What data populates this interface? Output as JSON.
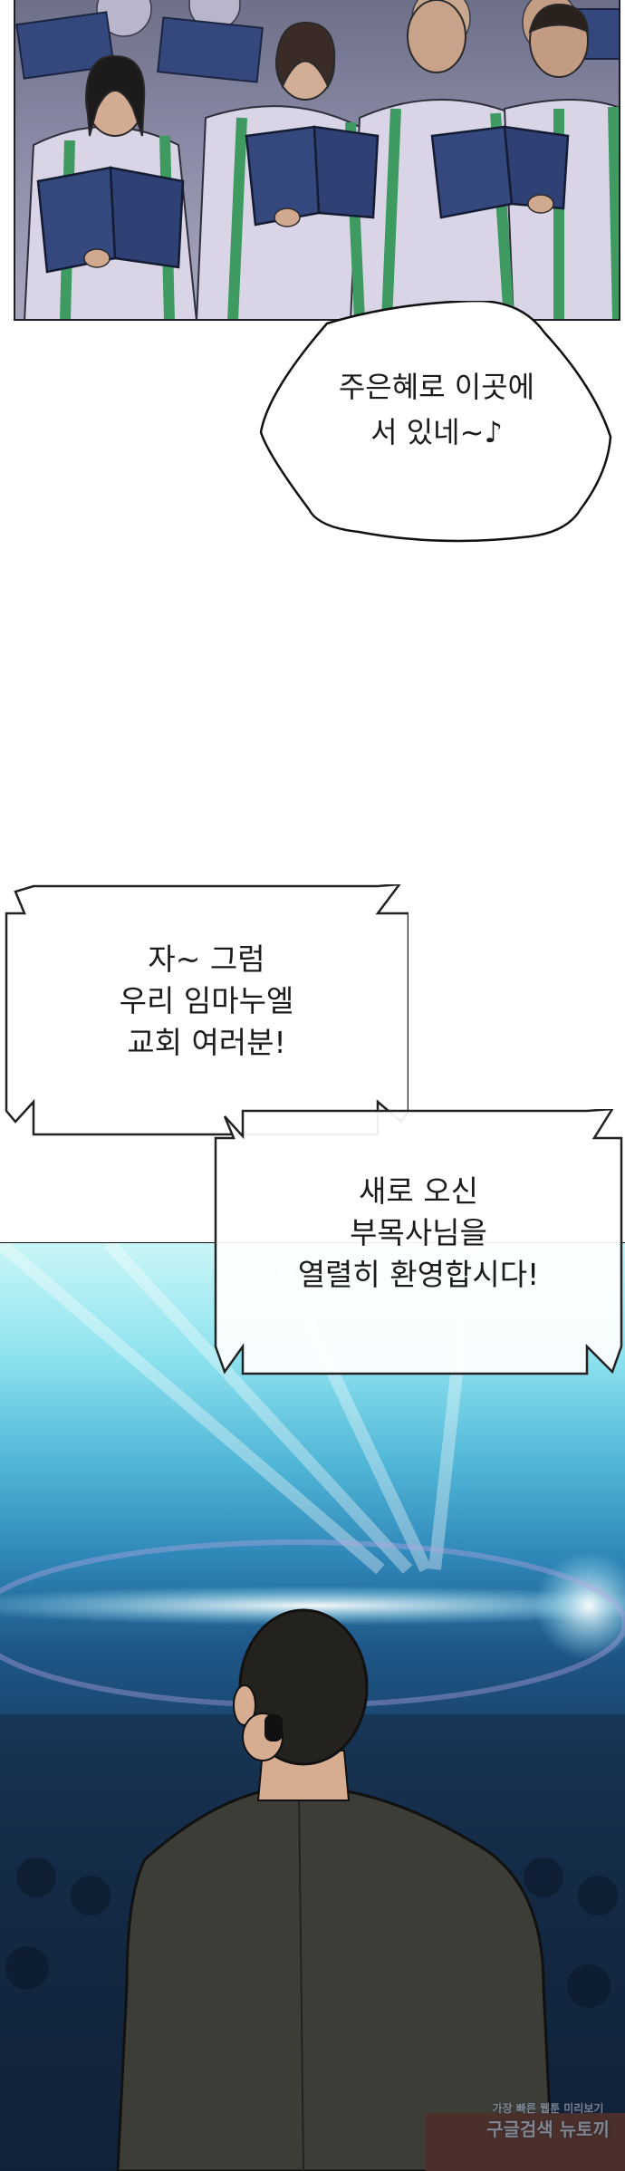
{
  "bubbles": [
    {
      "lines": "주은혜로 이곳에\n서 있네~♪"
    },
    {
      "lines": "자~ 그럼\n우리 임마누엘\n교회 여러분!"
    },
    {
      "lines": "새로 오신\n부목사님을\n열렬히 환영합시다!"
    }
  ],
  "watermark": {
    "line1": "가장 빠른 웹툰 미리보기",
    "line2": "구글검색 뉴토끼"
  },
  "colors": {
    "choir_robe": "#d8d4e4",
    "stole": "#3f9a62",
    "hymnal": "#34487e",
    "sky_glow": "#8fe3ef",
    "suit": "#3d3d38"
  }
}
